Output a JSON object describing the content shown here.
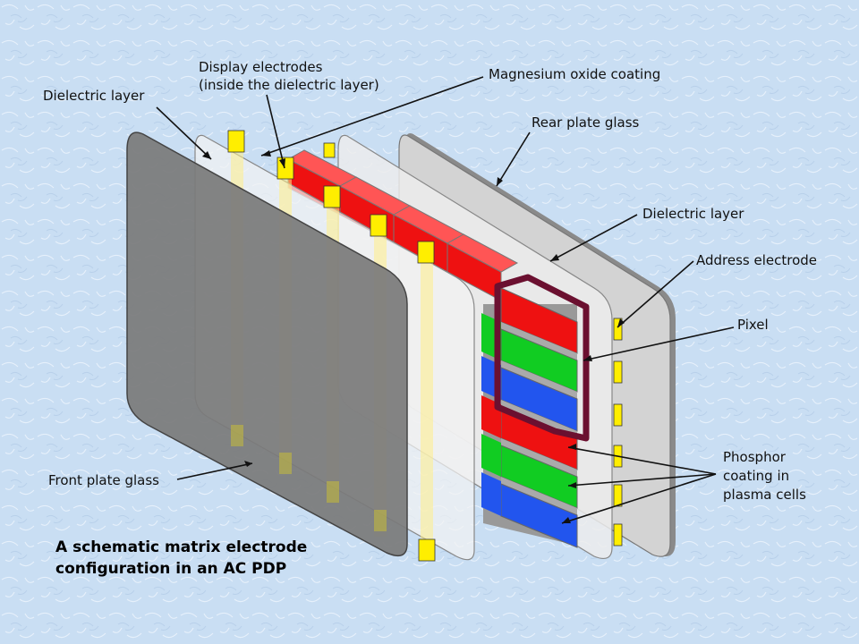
{
  "labels": {
    "dielectric_front": "Dielectric layer",
    "display_electrodes_1": "Display electrodes",
    "display_electrodes_2": "(inside the dielectric layer)",
    "mgo": "Magnesium oxide coating",
    "rear_glass": "Rear plate glass",
    "dielectric_rear": "Dielectric layer",
    "address_electrode": "Address electrode",
    "pixel": "Pixel",
    "phosphor_1": "Phosphor",
    "phosphor_2": "coating in",
    "phosphor_3": "plasma cells",
    "front_glass": "Front plate glass"
  },
  "caption": {
    "line1": "A schematic matrix electrode",
    "line2": "configuration in an AC PDP"
  },
  "colors": {
    "red_phosphor": "#ee1111",
    "green_phosphor": "#11cc22",
    "blue_phosphor": "#2255ee",
    "electrode": "#ffee00",
    "pixel_outline": "#6b1030",
    "front_glass": "#7a7a7a",
    "rear_glass": "#d0d0d0"
  }
}
